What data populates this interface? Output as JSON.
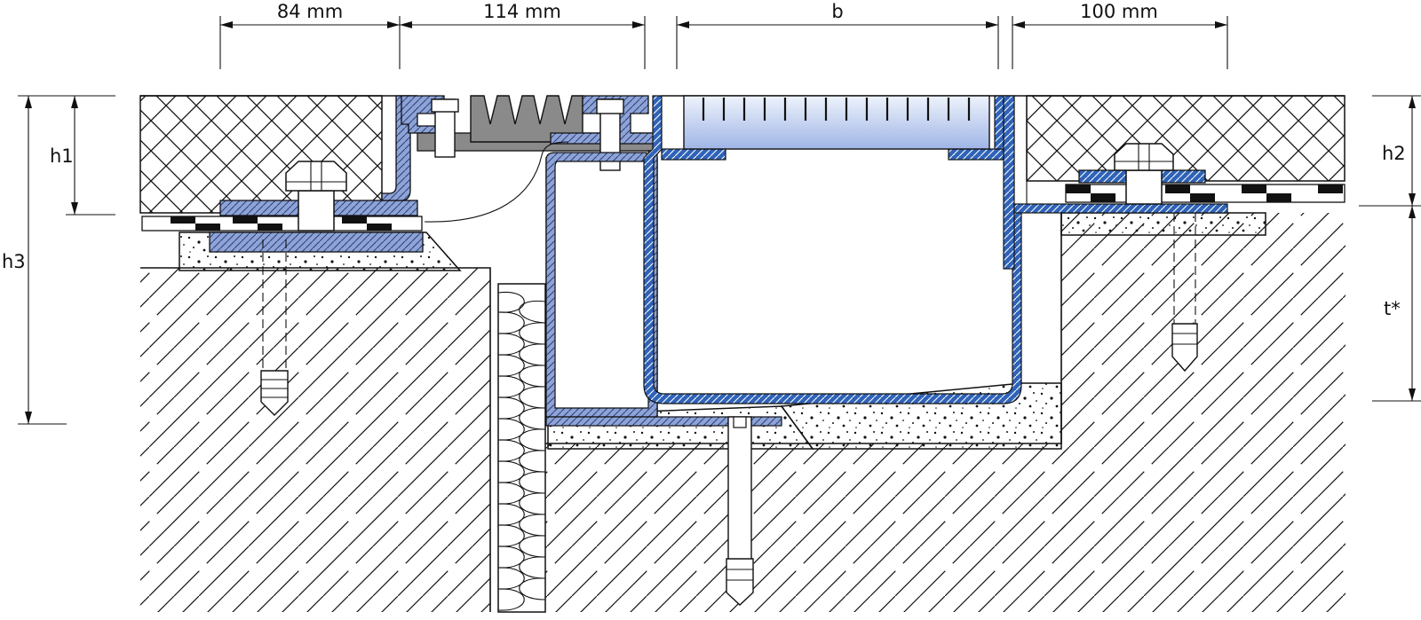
{
  "dimensions": {
    "top": [
      "84 mm",
      "114 mm",
      "b",
      "100 mm"
    ],
    "left": [
      "h1",
      "h3"
    ],
    "right": [
      "h2",
      "t*"
    ]
  },
  "colors": {
    "profile_blue": "#2f63b8",
    "profile_light": "#8ea3d6",
    "glass_top": "#eef3fc",
    "glass_bottom": "#9fb5e6",
    "seal_gray": "#8a8a8a",
    "ink": "#111111"
  }
}
